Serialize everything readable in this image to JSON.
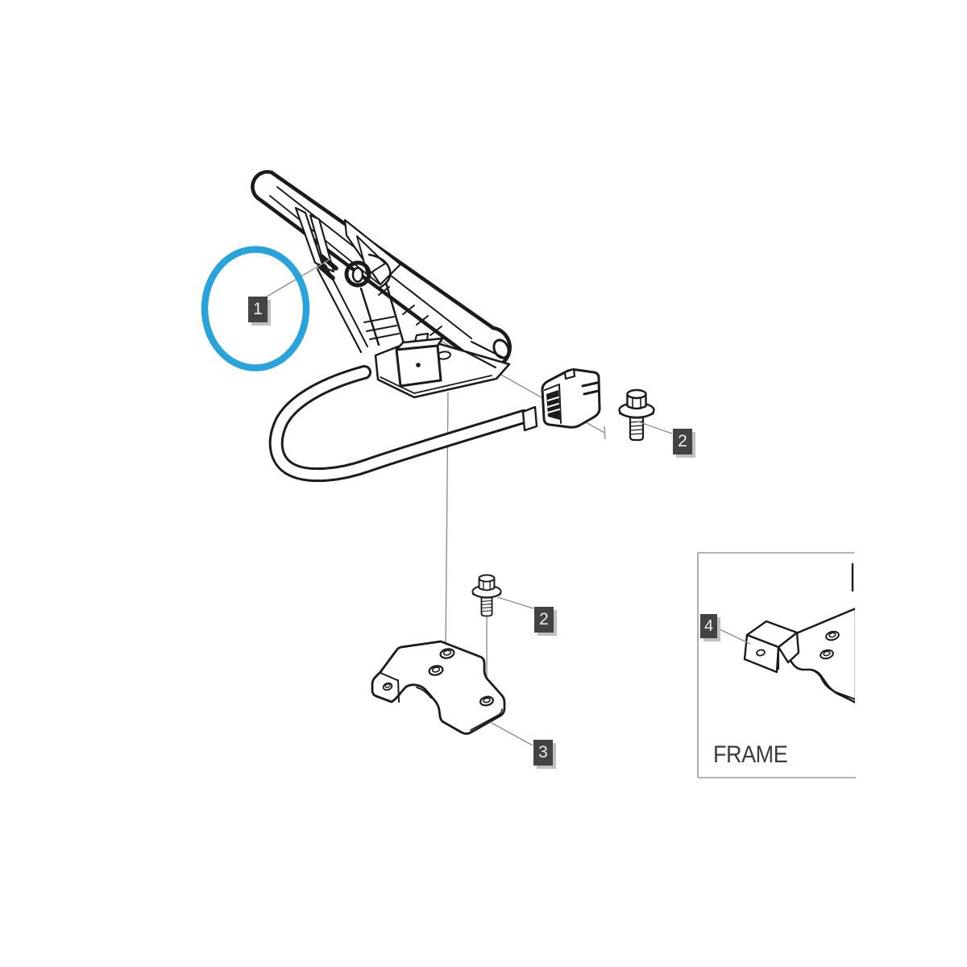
{
  "diagram": {
    "inset_caption": "FRAME",
    "callouts": [
      {
        "number": "1",
        "highlighted": true
      },
      {
        "number": "2",
        "highlighted": false
      },
      {
        "number": "2",
        "highlighted": false
      },
      {
        "number": "3",
        "highlighted": false
      },
      {
        "number": "4",
        "highlighted": false
      }
    ],
    "colors": {
      "highlight": "#29a3dc",
      "ink": "#1b1b1b",
      "label_bg": "#434343",
      "label_fg": "#ededed",
      "label_shadow": "#c0c0c0",
      "leader": "#8f8f8f",
      "inset_border": "#9b9b9b",
      "background": "#ffffff"
    }
  }
}
